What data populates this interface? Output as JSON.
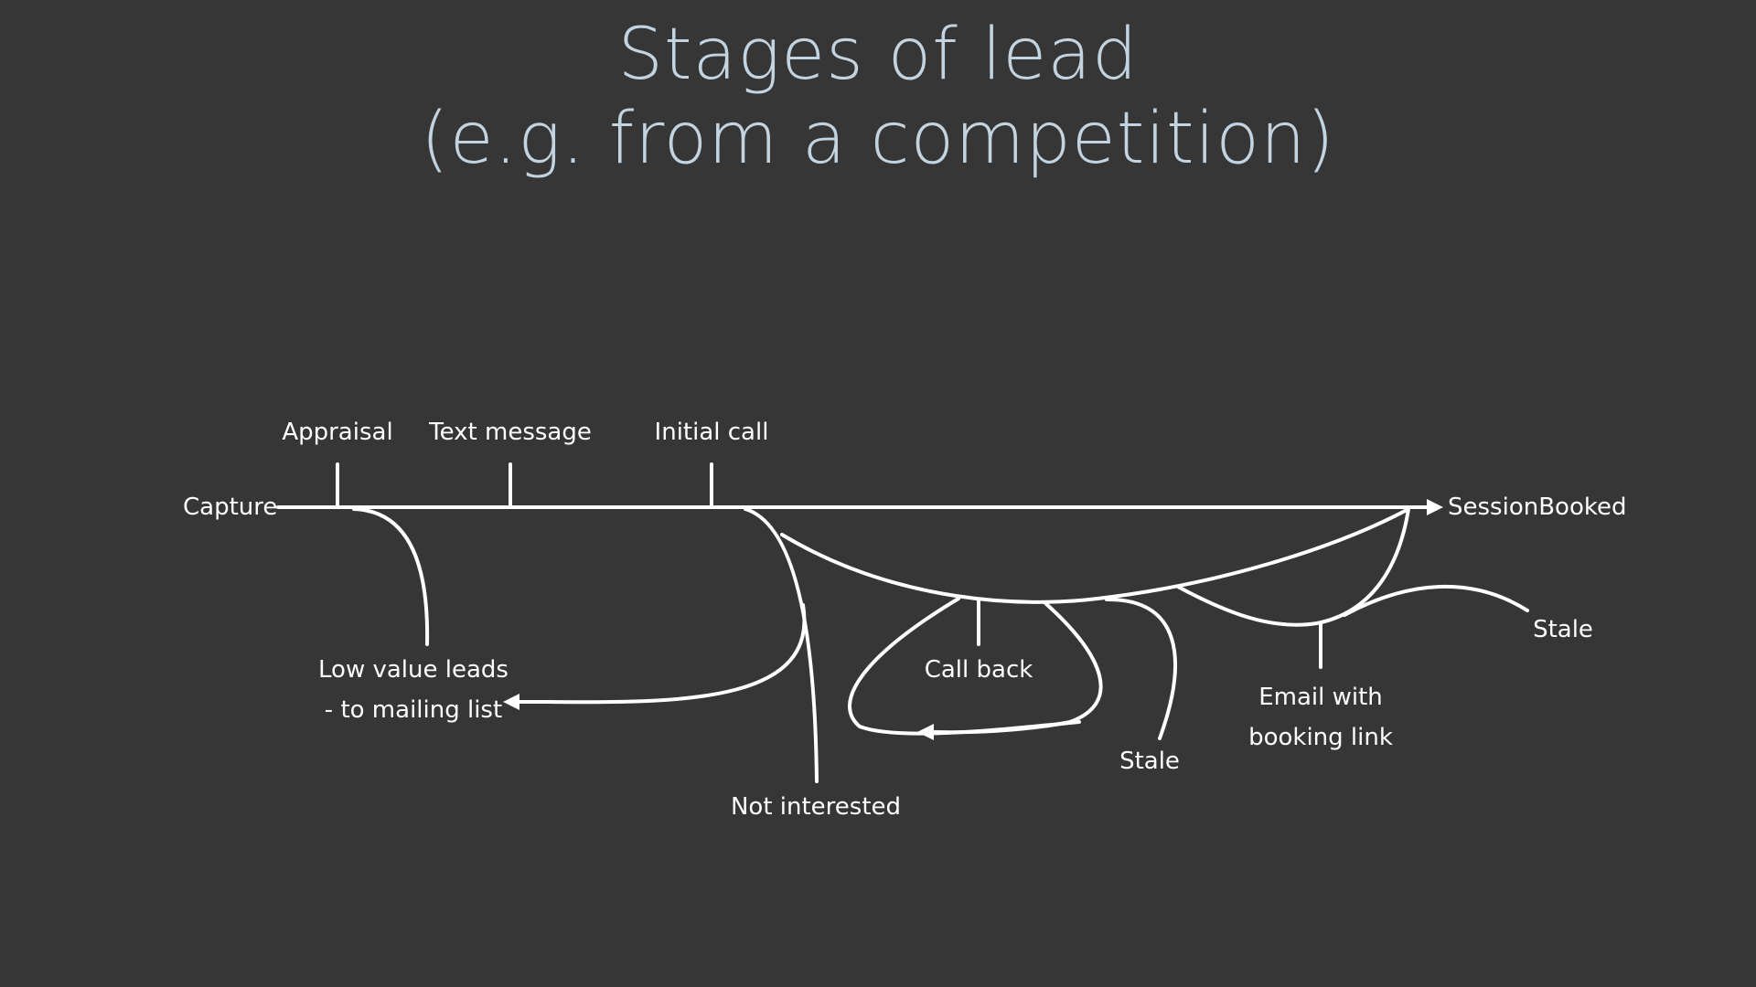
{
  "slide": {
    "title_line1": "Stages of lead",
    "title_line2": "(e.g. from a competition)",
    "title_color": "#c3d4e0",
    "background": "#363636",
    "line_color": "#ffffff"
  },
  "diagram": {
    "start": "Capture",
    "end": "SessionBooked",
    "stages": [
      "Appraisal",
      "Text message",
      "Initial call"
    ],
    "branches": {
      "low_value_line1": "Low value leads",
      "low_value_line2": "- to mailing list",
      "not_interested": "Not interested",
      "call_back": "Call back",
      "stale_1": "Stale",
      "email_line1": "Email with",
      "email_line2": "booking link",
      "stale_2": "Stale"
    }
  }
}
